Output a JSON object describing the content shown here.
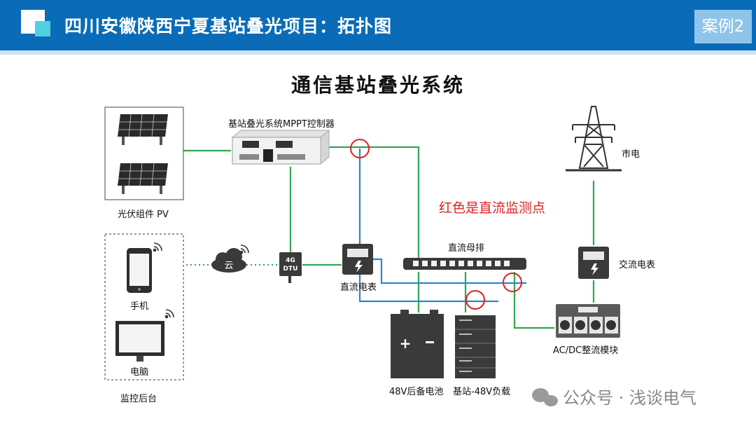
{
  "header": {
    "title": "四川安徽陕西宁夏基站叠光项目：拓扑图",
    "case_label": "案例2"
  },
  "diagram": {
    "title": "通信基站叠光系统",
    "controller_label": "基站叠光系统MPPT控制器",
    "pv_label": "光伏组件 PV",
    "cloud_label": "云",
    "dtu_label": "4G DTU",
    "phone_label": "手机",
    "pc_label": "电脑",
    "monitor_label": "监控后台",
    "dc_meter_label": "直流电表",
    "busbar_label": "直流母排",
    "battery_label": "48V后备电池",
    "load_label": "基站-48V负载",
    "grid_label": "市电",
    "ac_meter_label": "交流电表",
    "rectifier_label": "AC/DC整流模块",
    "note": "红色是直流监测点"
  },
  "colors": {
    "header_bg": "#0a6bb8",
    "power_line": "#2fa84f",
    "dc_line": "#2b86c8",
    "monitor_point": "#e02020"
  },
  "watermark": "公众号 · 浅谈电气"
}
